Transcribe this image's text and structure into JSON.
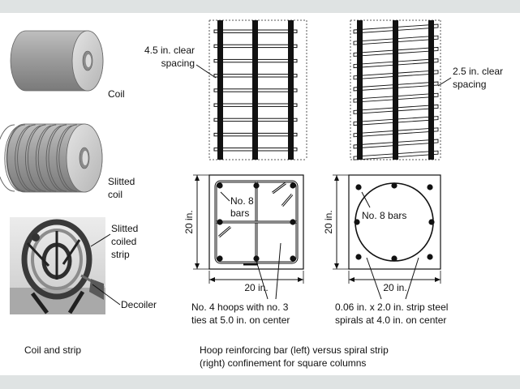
{
  "left": {
    "coil_label": "Coil",
    "slitted_coil_label": [
      "Slitted",
      "coil"
    ],
    "slitted_strip_label": [
      "Slitted",
      "coiled",
      "strip"
    ],
    "decoiler_label": "Decoiler",
    "caption": "Coil and strip"
  },
  "hoop_column": {
    "clear_spacing_label": [
      "4.5 in. clear",
      "spacing"
    ],
    "height_dim": "20 in.",
    "width_dim": "20 in.",
    "bars_label": [
      "No. 8",
      "bars"
    ],
    "note": [
      "No. 4 hoops with no. 3",
      "ties at 5.0 in. on center"
    ]
  },
  "spiral_column": {
    "clear_spacing_label": [
      "2.5 in. clear",
      "spacing"
    ],
    "height_dim": "20 in.",
    "width_dim": "20 in.",
    "bars_label": "No. 8 bars",
    "note": [
      "0.06 in. x 2.0 in. strip steel",
      "spirals at 4.0 in. on center"
    ]
  },
  "caption": [
    "Hoop reinforcing bar (left) versus spiral strip",
    "(right) confinement for square columns"
  ]
}
